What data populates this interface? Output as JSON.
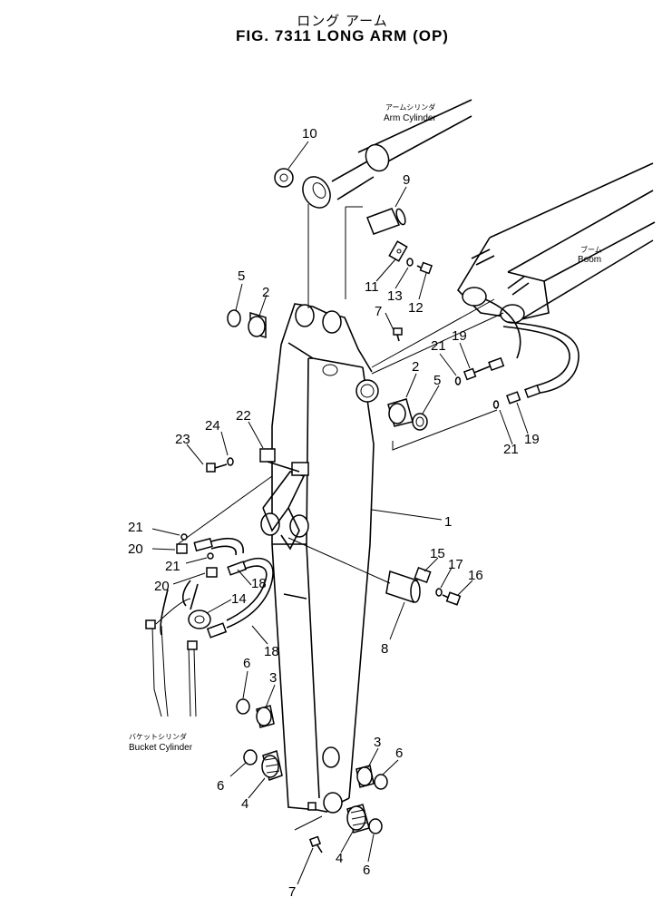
{
  "title_jp": "ロング アーム",
  "title_en": "FIG. 7311  LONG ARM (OP)",
  "captions": [
    {
      "id": "arm-cylinder",
      "jp": "アームシリンダ",
      "en": "Arm Cylinder"
    },
    {
      "id": "boom",
      "jp": "ブーム",
      "en": "Boom"
    },
    {
      "id": "bucket-cylinder",
      "jp": "バケットシリンダ",
      "en": "Bucket Cylinder"
    }
  ],
  "callouts": [
    "10",
    "9",
    "5",
    "2",
    "11",
    "13",
    "12",
    "7",
    "21",
    "19",
    "2",
    "5",
    "21",
    "19",
    "22",
    "24",
    "23",
    "1",
    "21",
    "20",
    "21",
    "20",
    "18",
    "14",
    "15",
    "17",
    "16",
    "8",
    "18",
    "6",
    "3",
    "3",
    "6",
    "6",
    "4",
    "7",
    "4",
    "6"
  ]
}
